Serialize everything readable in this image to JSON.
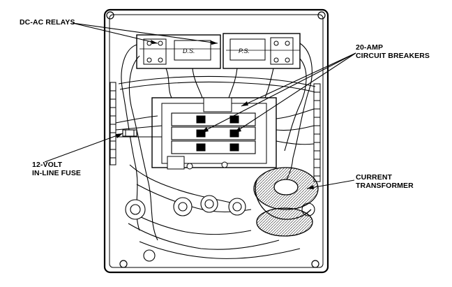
{
  "callouts": {
    "dc_ac_relays": "DC-AC RELAYS",
    "circuit_breakers": {
      "line1": "20-AMP",
      "line2": "CIRCUIT BREAKERS"
    },
    "inline_fuse": {
      "line1": "12-VOLT",
      "line2": "IN-LINE FUSE"
    },
    "current_transformer": {
      "line1": "CURRENT",
      "line2": "TRANSFORMER"
    }
  },
  "relay_markings": {
    "left": "D.S.",
    "right": "P.S."
  }
}
